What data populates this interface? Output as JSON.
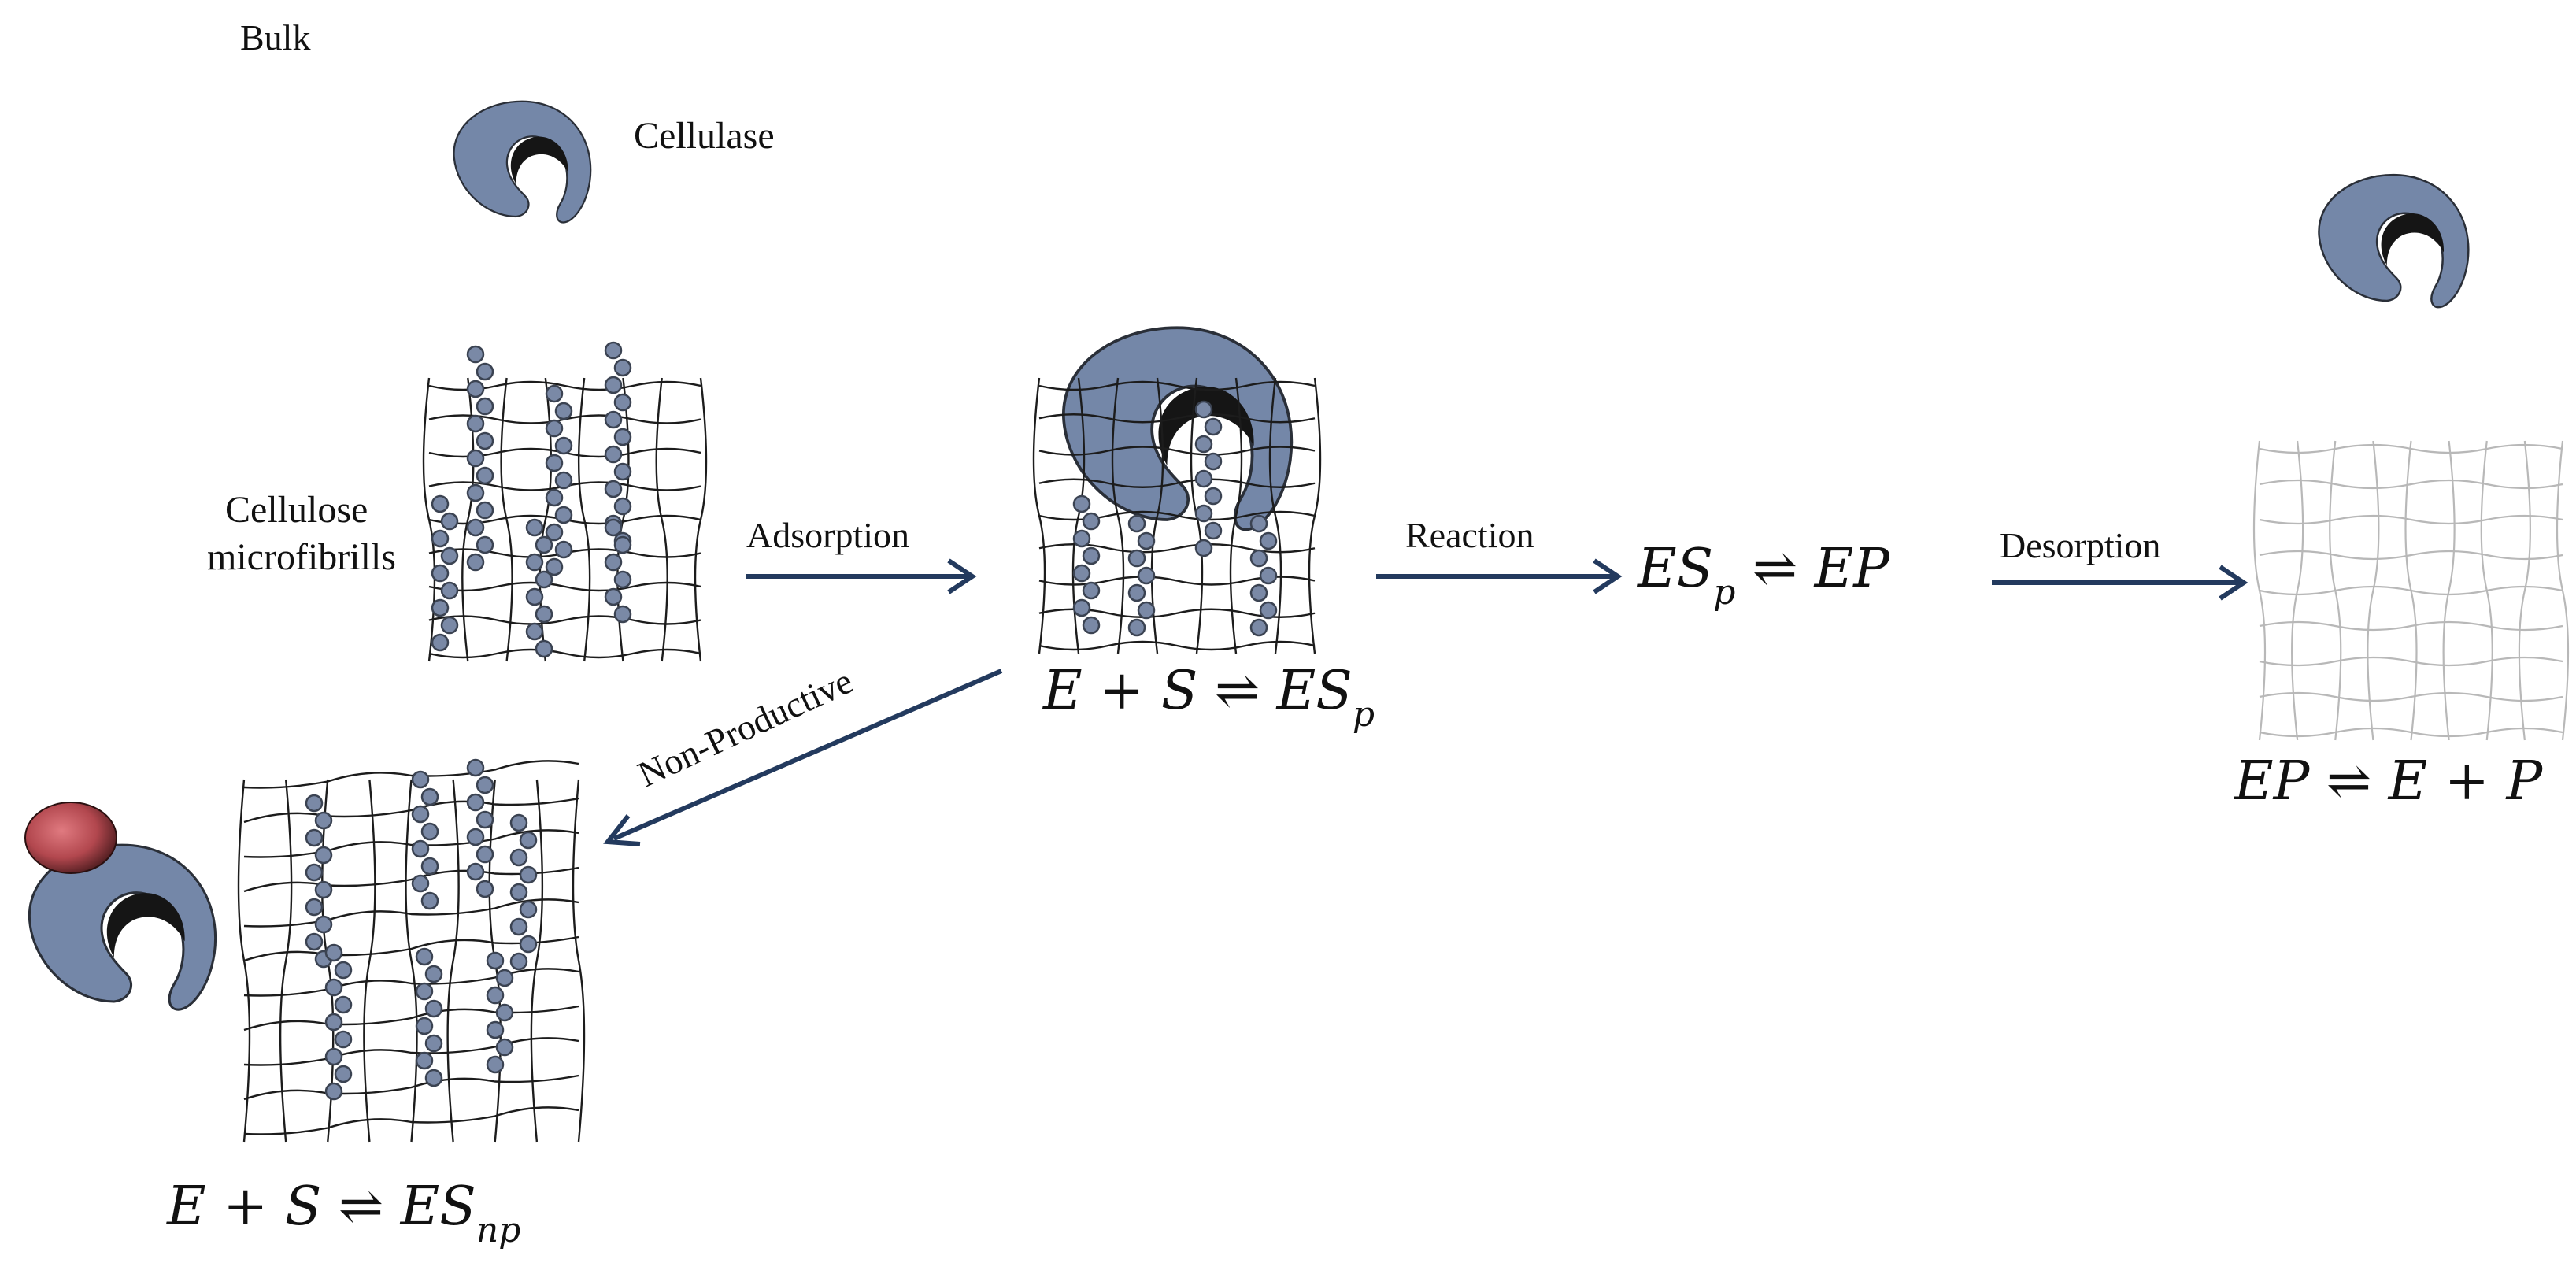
{
  "labels": {
    "bulk": "Bulk",
    "cellulase": "Cellulase",
    "cellulose_line1": "Cellulose",
    "cellulose_line2": "microfibrills",
    "adsorption": "Adsorption",
    "reaction": "Reaction",
    "desorption": "Desorption",
    "non_productive": "Non-Productive"
  },
  "equations": {
    "adsorption": {
      "main": "E + S ⇌ ES",
      "sub": "p"
    },
    "reaction": {
      "main": "ES",
      "sub": "p",
      "rest": " ⇌ EP"
    },
    "desorption": {
      "main": "EP ⇌ E + P",
      "sub": ""
    },
    "non_productive": {
      "main": "E + S ⇌ ES",
      "sub": "np"
    }
  },
  "colors": {
    "enzyme": "#7487a8",
    "enzyme_cleft": "#151515",
    "inhibitor": "#c2545a",
    "arrow": "#233a5e",
    "bead": "#7a89a6"
  }
}
